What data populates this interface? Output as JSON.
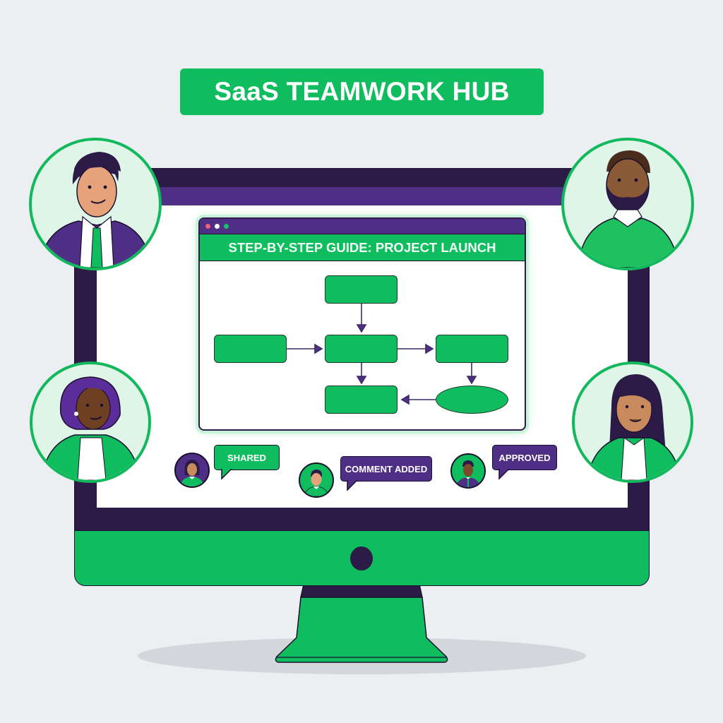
{
  "header": {
    "title": "SaaS TEAMWORK HUB"
  },
  "colors": {
    "brand_green": "#0fbd5f",
    "brand_purple": "#4f2f85",
    "dark_purple": "#2c1a47",
    "background": "#eceff1"
  },
  "app_window": {
    "title": "STEP-BY-STEP GUIDE: PROJECT LAUNCH",
    "window_controls": [
      "close-dot",
      "minimize-dot",
      "maximize-dot"
    ],
    "window_control_colors": [
      "#f0607a",
      "#ffffff",
      "#17c06a"
    ]
  },
  "flowchart": {
    "nodes": [
      {
        "id": "top",
        "shape": "rect",
        "label": ""
      },
      {
        "id": "left",
        "shape": "rect",
        "label": ""
      },
      {
        "id": "center",
        "shape": "rect",
        "label": ""
      },
      {
        "id": "right",
        "shape": "rect",
        "label": ""
      },
      {
        "id": "bottom",
        "shape": "rect",
        "label": ""
      },
      {
        "id": "decision",
        "shape": "ellipse",
        "label": ""
      }
    ],
    "edges": [
      {
        "from": "top",
        "to": "center"
      },
      {
        "from": "left",
        "to": "center"
      },
      {
        "from": "center",
        "to": "right"
      },
      {
        "from": "center",
        "to": "bottom"
      },
      {
        "from": "right",
        "to": "decision"
      },
      {
        "from": "decision",
        "to": "bottom"
      }
    ]
  },
  "activity": [
    {
      "label": "SHARED",
      "style": "green",
      "avatar": "woman-dark-hair"
    },
    {
      "label": "COMMENT ADDED",
      "style": "purple",
      "avatar": "man-short-hair"
    },
    {
      "label": "APPROVED",
      "style": "purple",
      "avatar": "man-suit"
    }
  ],
  "team_members": [
    {
      "position": "top-left",
      "description": "man in purple suit with green tie"
    },
    {
      "position": "top-right",
      "description": "bearded man in green sweater"
    },
    {
      "position": "bottom-left",
      "description": "woman with purple bob hair in green blazer"
    },
    {
      "position": "bottom-right",
      "description": "woman with long dark hair in green blazer"
    }
  ]
}
